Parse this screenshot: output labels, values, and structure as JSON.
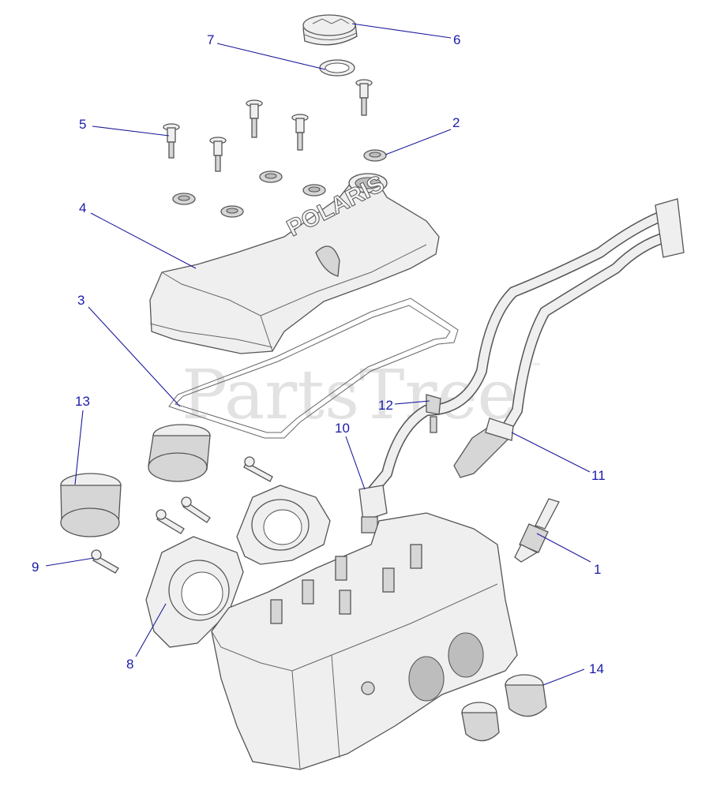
{
  "watermark": {
    "text": "PartsTree",
    "trademark": "™"
  },
  "callouts": {
    "c1": "1",
    "c2": "2",
    "c3": "3",
    "c4": "4",
    "c5": "5",
    "c6": "6",
    "c7": "7",
    "c8": "8",
    "c9": "9",
    "c10": "10",
    "c11": "11",
    "c12": "12",
    "c13": "13",
    "c14": "14"
  },
  "valve_cover_logo": "POLARIS",
  "colors": {
    "callout": "#1a1aa8",
    "part_fill": "#efefef",
    "outline": "#555555",
    "watermark": "#d9d9d9"
  }
}
